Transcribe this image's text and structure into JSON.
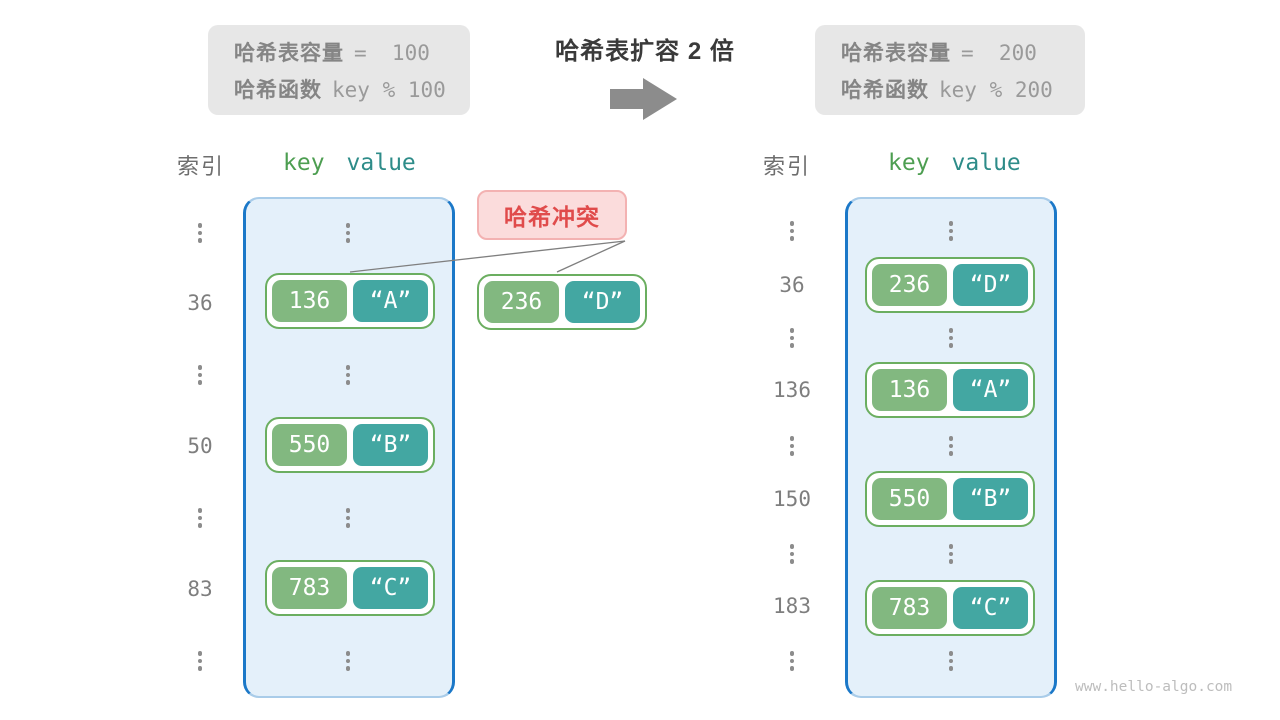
{
  "before_box": {
    "capacity_label": "哈希表容量",
    "capacity_value": "=  100",
    "function_label": "哈希函数",
    "function_value": "key % 100"
  },
  "after_box": {
    "capacity_label": "哈希表容量",
    "capacity_value": "=  200",
    "function_label": "哈希函数",
    "function_value": "key % 200"
  },
  "expand": {
    "title": "哈希表扩容 2 倍"
  },
  "collision": {
    "label": "哈希冲突",
    "pair": {
      "key": "236",
      "value": "“D”"
    }
  },
  "left_table": {
    "index_header": "索引",
    "key_header": "key",
    "value_header": "value",
    "rows": [
      {
        "type": "dots"
      },
      {
        "type": "pair",
        "index": "36",
        "key": "136",
        "value": "“A”"
      },
      {
        "type": "dots"
      },
      {
        "type": "pair",
        "index": "50",
        "key": "550",
        "value": "“B”"
      },
      {
        "type": "dots"
      },
      {
        "type": "pair",
        "index": "83",
        "key": "783",
        "value": "“C”"
      },
      {
        "type": "dots"
      }
    ]
  },
  "right_table": {
    "index_header": "索引",
    "key_header": "key",
    "value_header": "value",
    "rows": [
      {
        "type": "dots"
      },
      {
        "type": "pair",
        "index": "36",
        "key": "236",
        "value": "“D”"
      },
      {
        "type": "dots"
      },
      {
        "type": "pair",
        "index": "136",
        "key": "136",
        "value": "“A”"
      },
      {
        "type": "dots"
      },
      {
        "type": "pair",
        "index": "150",
        "key": "550",
        "value": "“B”"
      },
      {
        "type": "dots"
      },
      {
        "type": "pair",
        "index": "183",
        "key": "783",
        "value": "“C”"
      },
      {
        "type": "dots"
      }
    ]
  },
  "watermark": "www.hello-algo.com",
  "colors": {
    "container_border": "#1B78C8",
    "container_bg": "#E4F0FA",
    "key_green": "#82B880",
    "value_teal": "#43A7A2",
    "pair_border": "#6BAE60",
    "collision_bg": "#FBDCDC",
    "collision_text": "#E04B4B",
    "info_bg": "#E7E7E7",
    "arrow_gray": "#8C8C8C",
    "header_green": "#4D9E51",
    "header_teal": "#2E8C89"
  }
}
